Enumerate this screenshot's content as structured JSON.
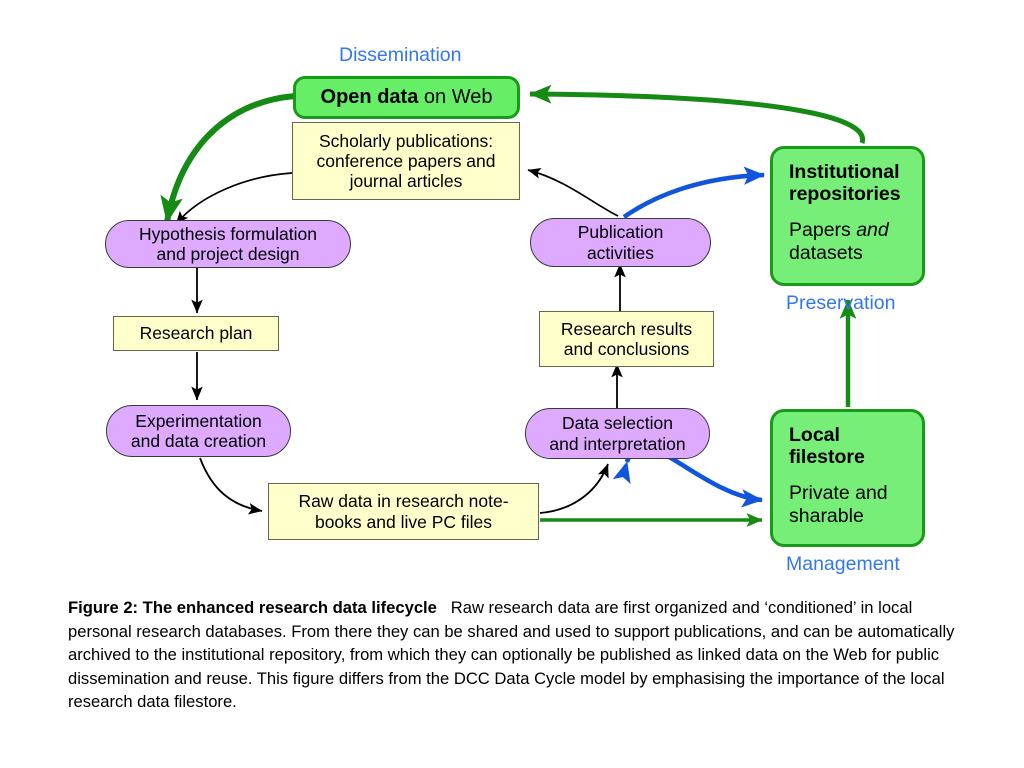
{
  "figure": {
    "title_prefix": "Figure 2: The enhanced research data lifecycle",
    "caption_body": "Raw research data are first organized and ‘conditioned’ in local personal research databases.  From there they can be shared and used to support publications, and can be automatically archived to the institutional repository, from which they can optionally be published as linked data on the Web for public dissemination and reuse.  This figure differs from the DCC Data Cycle model by emphasising the importance of the local research data filestore."
  },
  "colors": {
    "green_fill": "#66ee66",
    "green_stroke": "#1a9a1a",
    "yellow_fill": "#ffffcc",
    "yellow_stroke": "#66664d",
    "purple_fill": "#ddaaff",
    "purple_stroke": "#3a3a3a",
    "blue_label": "#3377ee",
    "blue_arrow": "#1155dd",
    "black_arrow": "#000000"
  },
  "stage_labels": {
    "dissemination": "Dissemination",
    "preservation": "Preservation",
    "management": "Management"
  },
  "nodes": {
    "open_data": {
      "bold_part": "Open data",
      "rest_part": " on Web"
    },
    "scholarly": {
      "line1": "Scholarly publications:",
      "line2": "conference papers and",
      "line3": "journal articles"
    },
    "hypothesis": {
      "line1": "Hypothesis formulation",
      "line2": "and project design"
    },
    "research_plan": {
      "line1": "Research plan"
    },
    "experimentation": {
      "line1": "Experimentation",
      "line2": "and data creation"
    },
    "raw_data": {
      "line1": "Raw data in research note-",
      "line2": "books and live PC files"
    },
    "publication_activities": {
      "line1": "Publication",
      "line2": "activities"
    },
    "research_results": {
      "line1": "Research results",
      "line2": "and conclusions"
    },
    "data_selection": {
      "line1": "Data selection",
      "line2": "and interpretation"
    },
    "institutional": {
      "hdr1": "Institutional",
      "hdr2": "repositories",
      "sub_a": "Papers ",
      "sub_italic": "and",
      "sub_b": "datasets"
    },
    "local_filestore": {
      "hdr1": "Local",
      "hdr2": "filestore",
      "sub_a": "Private and",
      "sub_b": "sharable"
    }
  }
}
